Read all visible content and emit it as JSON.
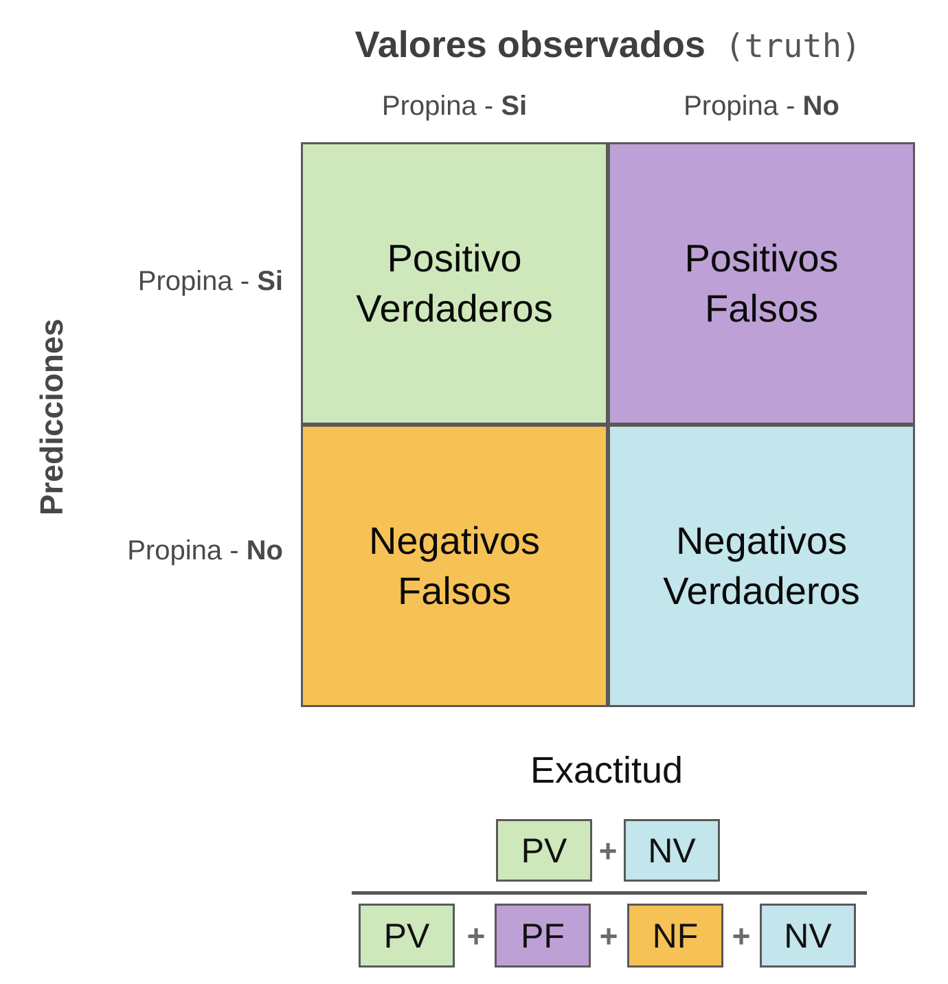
{
  "header": {
    "title": "Valores observados",
    "title_suffix": " (truth)",
    "columns": [
      {
        "prefix": "Propina - ",
        "value": "Si"
      },
      {
        "prefix": "Propina - ",
        "value": "No"
      }
    ]
  },
  "y_axis": {
    "label": "Predicciones",
    "rows": [
      {
        "prefix": "Propina - ",
        "value": "Si"
      },
      {
        "prefix": "Propina - ",
        "value": "No"
      }
    ]
  },
  "matrix": {
    "border_color": "#595959",
    "cells": [
      {
        "line1": "Positivo",
        "line2": "Verdaderos",
        "color": "#cfe8bb"
      },
      {
        "line1": "Positivos",
        "line2": "Falsos",
        "color": "#bda1d6"
      },
      {
        "line1": "Negativos",
        "line2": "Falsos",
        "color": "#f6c155"
      },
      {
        "line1": "Negativos",
        "line2": "Verdaderos",
        "color": "#c3e5ec"
      }
    ]
  },
  "formula": {
    "title": "Exactitud",
    "plus": "+",
    "numerator": [
      {
        "label": "PV",
        "color": "#cfe8bb"
      },
      {
        "label": "NV",
        "color": "#c3e5ec"
      }
    ],
    "denominator": [
      {
        "label": "PV",
        "color": "#cfe8bb"
      },
      {
        "label": "PF",
        "color": "#bda1d6"
      },
      {
        "label": "NF",
        "color": "#f6c155"
      },
      {
        "label": "NV",
        "color": "#c3e5ec"
      }
    ]
  }
}
